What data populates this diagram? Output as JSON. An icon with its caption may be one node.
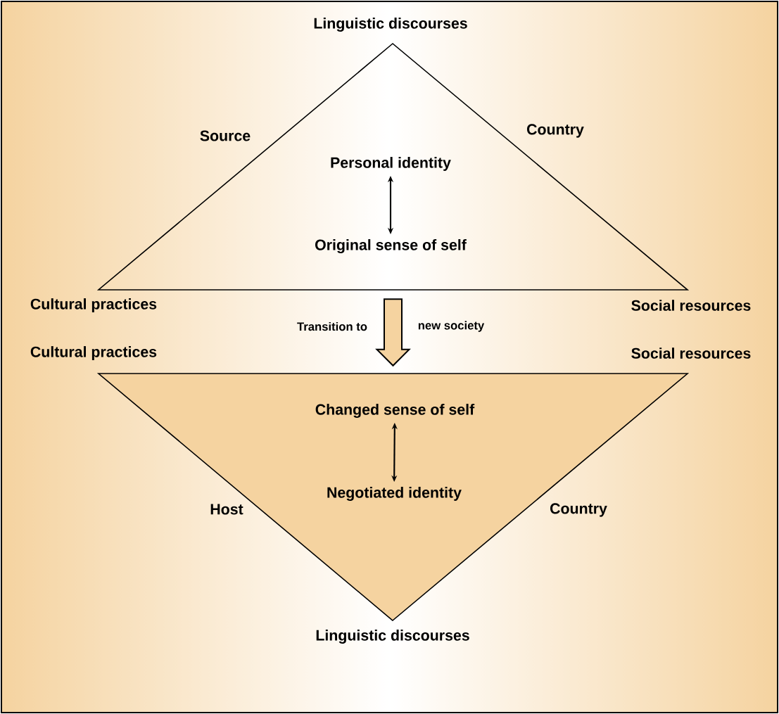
{
  "diagram": {
    "nodes": [
      {
        "text": [],
        "shape": "triangle"
      },
      {
        "text": [
          "Personal identity"
        ],
        "in": 0
      },
      {
        "text": [
          "Original sense of self"
        ],
        "in": 0
      },
      {
        "text": [],
        "shape": "triangle"
      },
      {
        "text": [
          "Changed sense of self"
        ],
        "in": 3
      },
      {
        "text": [
          "Negotiated identity"
        ],
        "in": 3
      }
    ],
    "edges": [
      {
        "from": 1,
        "to": 2,
        "arrow": "both"
      },
      {
        "from": 0,
        "to": 3,
        "arrow": "to"
      },
      {
        "from": 4,
        "to": 5,
        "arrow": "both"
      }
    ],
    "labels": [
      "Linguistic discourses",
      "Source",
      "Country",
      "Cultural practices",
      "Social resources",
      "Transition to",
      "new society",
      "Cultural practices",
      "Social resources",
      "Host",
      "Country",
      "Linguistic discourses"
    ]
  }
}
